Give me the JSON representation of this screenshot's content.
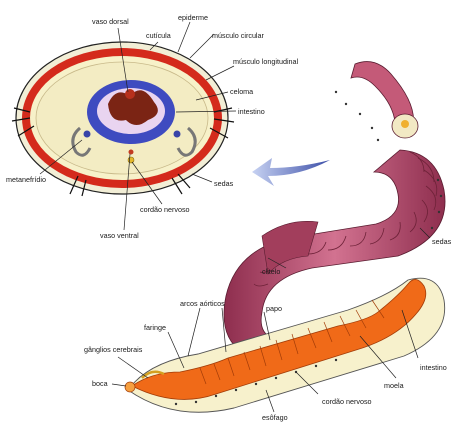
{
  "labels": {
    "vaso_dorsal": "vaso dorsal",
    "cuticula": "cutícula",
    "epiderme": "epiderme",
    "musculo_circular": "músculo circular",
    "musculo_longitudinal": "músculo longitudinal",
    "celoma": "celoma",
    "intestino_corte": "intestino",
    "metanefridio": "metanefrídio",
    "sedas_corte": "sedas",
    "cordao_nervoso_corte": "cordão nervoso",
    "vaso_ventral": "vaso ventral",
    "sedas_corpo": "sedas",
    "clitelo": "clitelo",
    "arcos_aorticos": "arcos aórticos",
    "papo": "papo",
    "faringe": "faringe",
    "ganglios_cerebrais": "gânglios cerebrais",
    "boca": "boca",
    "intestino_corpo": "intestino",
    "moela": "moela",
    "cordao_nervoso_corpo": "cordão nervoso",
    "esofago": "esôfago"
  },
  "colors": {
    "worm_body": "#c45a78",
    "worm_shade": "#8e2e4e",
    "outer_ring": "#d42a1c",
    "celom_fill": "#f5ecc4",
    "intestine_blue": "#3e4bc0",
    "organ_orange": "#f06a18",
    "arrow_blue": "#6f82c8"
  }
}
